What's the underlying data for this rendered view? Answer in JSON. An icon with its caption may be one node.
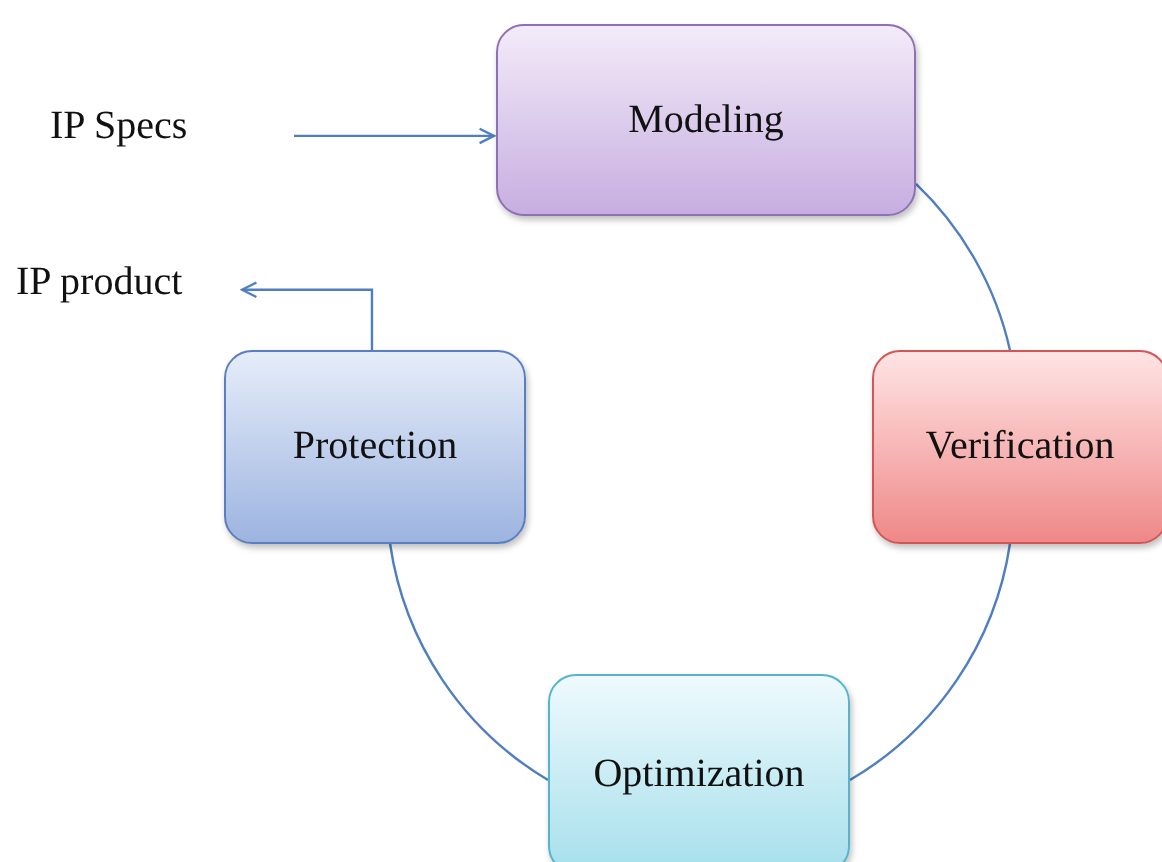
{
  "diagram": {
    "nodes": [
      {
        "text": [
          "Modeling"
        ]
      },
      {
        "text": [
          "Verification"
        ]
      },
      {
        "text": [
          "Optimization"
        ]
      },
      {
        "text": [
          "Protection"
        ]
      },
      {
        "text": [
          "IP Specs"
        ]
      },
      {
        "text": [
          "IP product"
        ]
      }
    ],
    "edges": [
      {
        "from": 0,
        "to": 1,
        "arrow": "none"
      },
      {
        "from": 1,
        "to": 2,
        "arrow": "none"
      },
      {
        "from": 2,
        "to": 3,
        "arrow": "none"
      },
      {
        "from": 4,
        "to": 0,
        "arrow": "to"
      },
      {
        "from": 3,
        "to": 5,
        "arrow": "to"
      }
    ]
  }
}
